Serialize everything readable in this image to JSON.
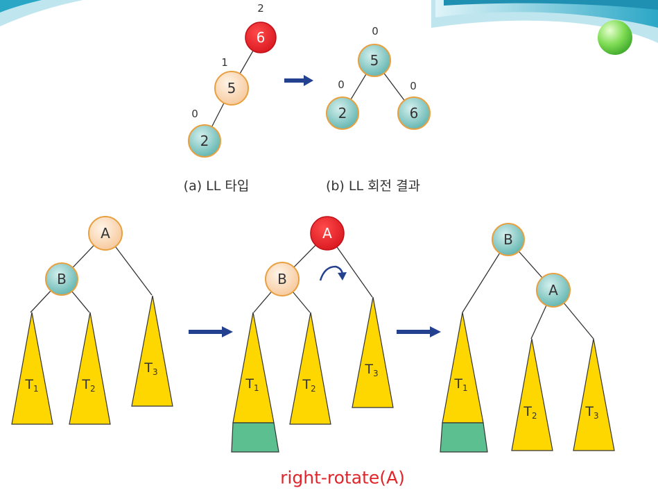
{
  "top": {
    "before": {
      "nodes": [
        {
          "label": "6",
          "bf": "2"
        },
        {
          "label": "5",
          "bf": "1"
        },
        {
          "label": "2",
          "bf": "0"
        }
      ],
      "caption": "(a) LL 타입"
    },
    "after": {
      "nodes": [
        {
          "label": "5",
          "bf": "0"
        },
        {
          "label": "2",
          "bf": "0"
        },
        {
          "label": "6",
          "bf": "0"
        }
      ],
      "caption": "(b) LL 회전 결과"
    }
  },
  "bottom": {
    "tree1": {
      "nodes": [
        "A",
        "B"
      ],
      "subtrees": [
        {
          "t": "T",
          "s": "1"
        },
        {
          "t": "T",
          "s": "2"
        },
        {
          "t": "T",
          "s": "3"
        }
      ]
    },
    "tree2": {
      "nodes": [
        "A",
        "B"
      ],
      "subtrees": [
        {
          "t": "T",
          "s": "1"
        },
        {
          "t": "T",
          "s": "2"
        },
        {
          "t": "T",
          "s": "3"
        }
      ]
    },
    "tree3": {
      "nodes": [
        "B",
        "A"
      ],
      "subtrees": [
        {
          "t": "T",
          "s": "1"
        },
        {
          "t": "T",
          "s": "2"
        },
        {
          "t": "T",
          "s": "3"
        }
      ]
    },
    "title": "right-rotate(A)"
  },
  "colors": {
    "imbalanced_node": "#e8202a",
    "warm_node": "#fbd8b4",
    "teal_node": "#7fc8c4",
    "subtree": "#ffd700",
    "extra_level": "#5cbf8f",
    "arrow": "#24418f",
    "title": "#e0262b"
  }
}
